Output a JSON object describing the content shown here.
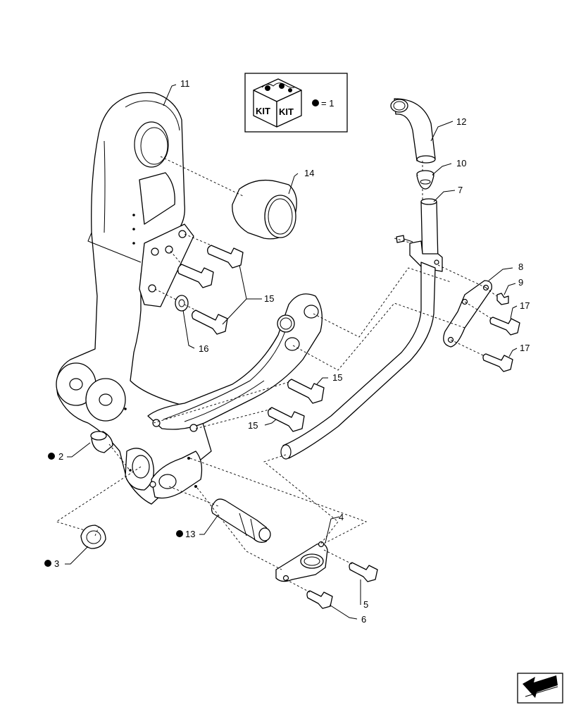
{
  "callouts": {
    "p1": "= 1",
    "p2": "2",
    "p3": "3",
    "p4": "4",
    "p5": "5",
    "p6": "6",
    "p7": "7",
    "p8": "8",
    "p9": "9",
    "p10": "10",
    "p11": "11",
    "p12": "12",
    "p13": "13",
    "p14": "14",
    "p15a": "15",
    "p15b": "15",
    "p15c": "15",
    "p16": "16",
    "p17a": "17",
    "p17b": "17"
  },
  "kit": {
    "left": "KIT",
    "right": "KIT"
  },
  "icons": {
    "kit": "kit-box-icon",
    "navigation": "arrow-nav-icon"
  }
}
